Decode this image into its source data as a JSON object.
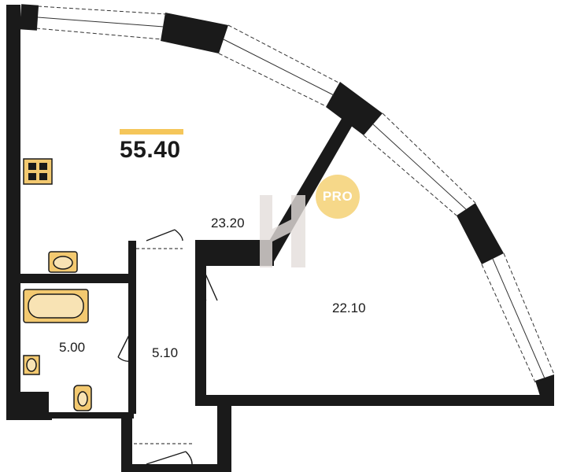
{
  "total_area": "55.40",
  "rooms": {
    "living": "23.20",
    "bedroom": "22.10",
    "bathroom": "5.00",
    "corridor": "5.10"
  },
  "badge": "PRO",
  "colors": {
    "wall": "#1a1a1a",
    "accent": "#f5c65a",
    "fixture": "#f3c970",
    "badge": "#f6d889",
    "watermark": "#e4dedb"
  }
}
